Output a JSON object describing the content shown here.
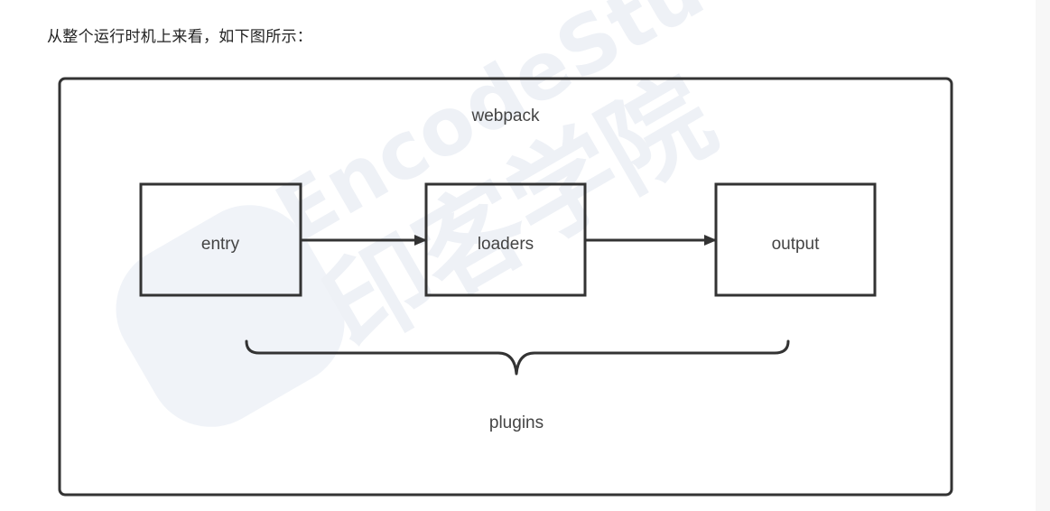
{
  "intro_text": "从整个运行时机上来看，如下图所示：",
  "diagram": {
    "container_label": "webpack",
    "nodes": [
      {
        "id": "entry",
        "label": "entry"
      },
      {
        "id": "loaders",
        "label": "loaders"
      },
      {
        "id": "output",
        "label": "output"
      }
    ],
    "edges": [
      {
        "from": "entry",
        "to": "loaders"
      },
      {
        "from": "loaders",
        "to": "output"
      }
    ],
    "brace_label": "plugins"
  },
  "watermark": {
    "latin": "EncodeStudio",
    "chinese": "印客学院"
  },
  "colors": {
    "stroke": "#333333",
    "text": "#444444",
    "watermark": "#eef1f6"
  }
}
